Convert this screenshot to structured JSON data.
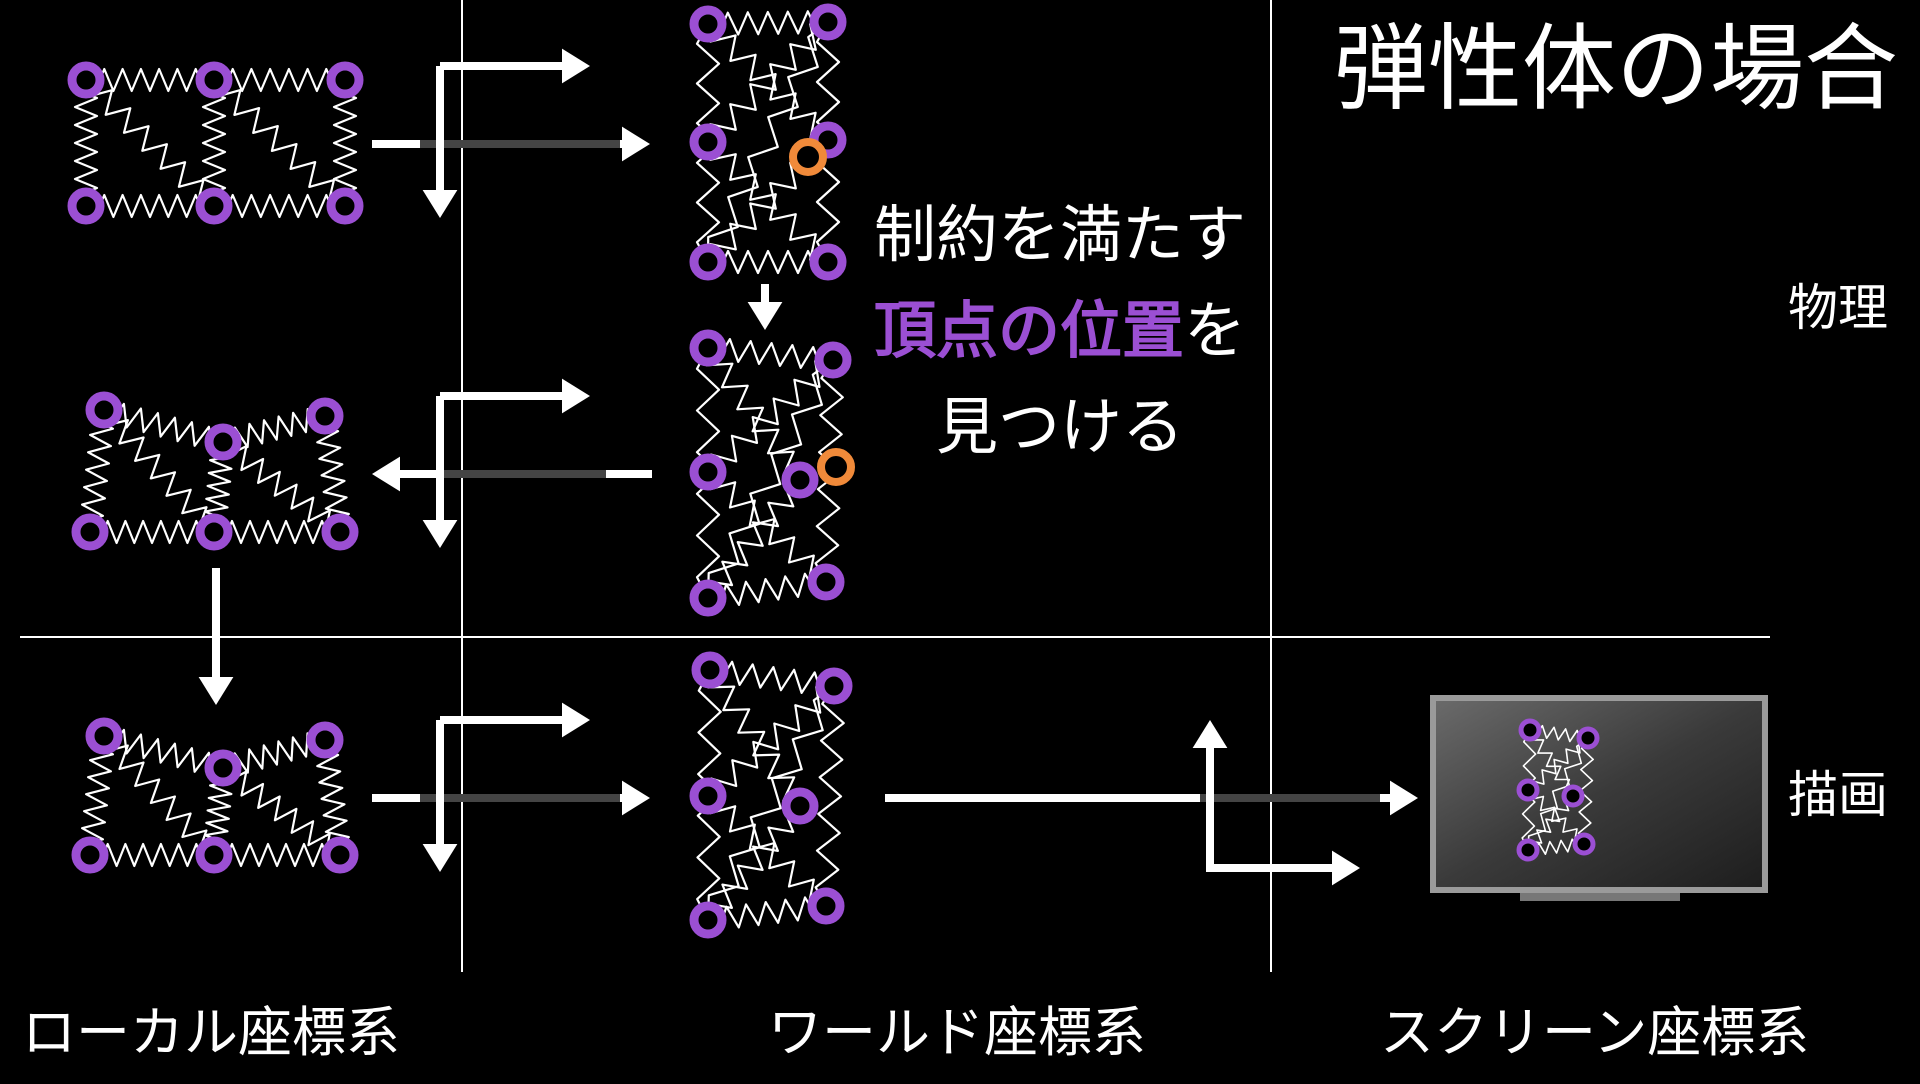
{
  "title": "弾性体の場合",
  "rows": {
    "physics": "物理",
    "render": "描画"
  },
  "spaces": {
    "local": "ローカル座標系",
    "world": "ワールド座標系",
    "screen": "スクリーン座標系"
  },
  "caption": {
    "line1": "制約を満たす",
    "line2_highlight": "頂点の位置",
    "line2_rest": "を",
    "line3": "見つける"
  },
  "colors": {
    "background": "#000000",
    "vertex": "#9b4fd3",
    "constraint_vertex": "#f08a3a",
    "spring": "#ffffff",
    "arrow": "#ffffff"
  },
  "icons": {
    "monitor": "monitor-icon"
  }
}
